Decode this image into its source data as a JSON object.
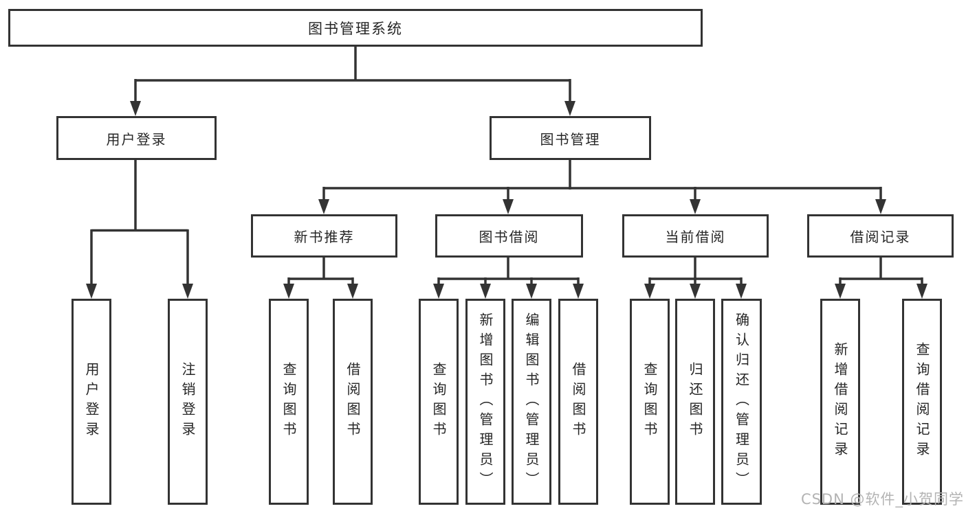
{
  "diagram_title": "图书管理系统",
  "nodes": {
    "root": "图书管理系统",
    "user_login": "用户登录",
    "book_mgmt": "图书管理",
    "new_book_rec": "新书推荐",
    "book_borrow": "图书借阅",
    "current_borrow": "当前借阅",
    "borrow_record": "借阅记录",
    "leaf_user_login": "用户登录",
    "leaf_logout": "注销登录",
    "leaf_nb_query": "查询图书",
    "leaf_nb_borrow": "借阅图书",
    "leaf_bb_query": "查询图书",
    "leaf_bb_add": "新增图书（管理员）",
    "leaf_bb_edit": "编辑图书（管理员）",
    "leaf_bb_borrow": "借阅图书",
    "leaf_cb_query": "查询图书",
    "leaf_cb_return": "归还图书",
    "leaf_cb_confirm": "确认归还（管理员）",
    "leaf_br_add": "新增借阅记录",
    "leaf_br_query": "查询借阅记录"
  },
  "tree": {
    "图书管理系统": {
      "用户登录": [
        "用户登录",
        "注销登录"
      ],
      "图书管理": {
        "新书推荐": [
          "查询图书",
          "借阅图书"
        ],
        "图书借阅": [
          "查询图书",
          "新增图书（管理员）",
          "编辑图书（管理员）",
          "借阅图书"
        ],
        "当前借阅": [
          "查询图书",
          "归还图书",
          "确认归还（管理员）"
        ],
        "借阅记录": [
          "新增借阅记录",
          "查询借阅记录"
        ]
      }
    }
  },
  "watermark": {
    "text": "CSDN @软件_小贺同学"
  },
  "colors": {
    "line": "#333333",
    "text": "#262626",
    "background": "#ffffff",
    "watermark": "#b3b3b3"
  }
}
